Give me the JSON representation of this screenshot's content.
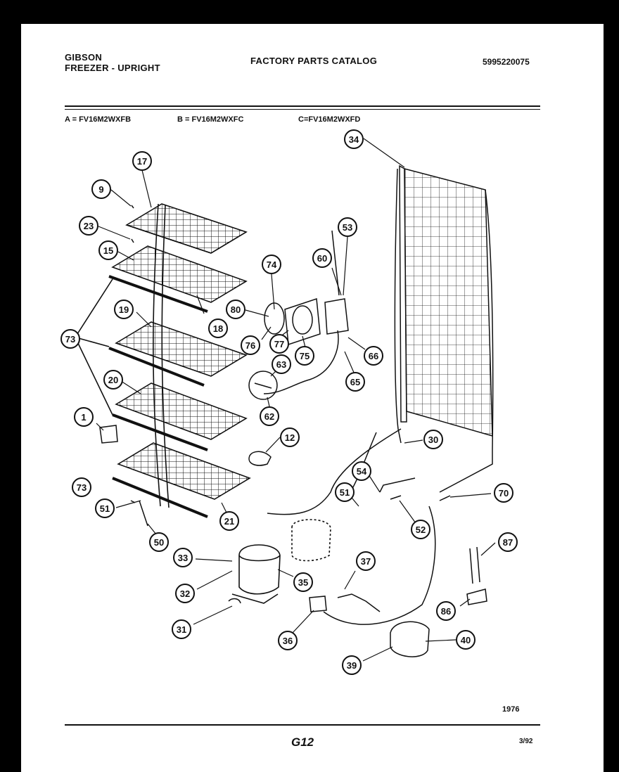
{
  "header": {
    "brand_line1": "GIBSON",
    "brand_line2": "FREEZER - UPRIGHT",
    "title": "FACTORY PARTS CATALOG",
    "catalog_code": "5995220075"
  },
  "models": {
    "a": "A = FV16M2WXFB",
    "b": "B = FV16M2WXFC",
    "c": "C=FV16M2WXFD"
  },
  "callouts": [
    "34",
    "17",
    "9",
    "23",
    "53",
    "15",
    "74",
    "60",
    "80",
    "18",
    "19",
    "73",
    "76",
    "77",
    "75",
    "66",
    "63",
    "65",
    "20",
    "62",
    "1",
    "12",
    "30",
    "54",
    "51",
    "70",
    "73",
    "52",
    "51",
    "21",
    "50",
    "87",
    "33",
    "37",
    "35",
    "32",
    "86",
    "31",
    "36",
    "40",
    "39"
  ],
  "footer": {
    "figure_number": "1976",
    "page_label": "G12",
    "date": "3/92"
  }
}
